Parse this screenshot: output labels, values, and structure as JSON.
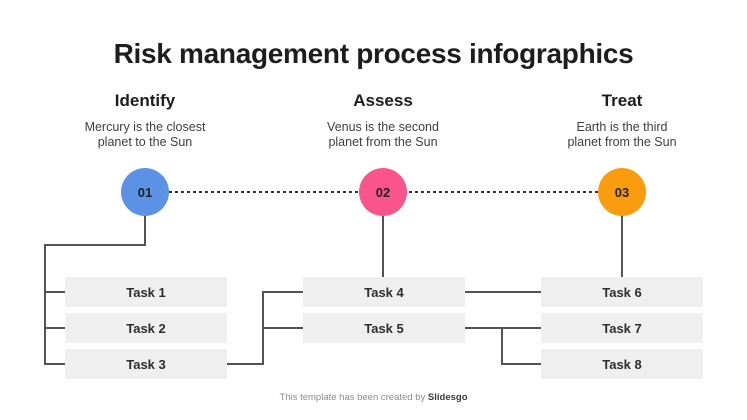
{
  "title": "Risk management process infographics",
  "columns": [
    {
      "heading": "Identify",
      "description_line1": "Mercury is the closest",
      "description_line2": "planet to the Sun",
      "step_number": "01",
      "circle_color": "#5C92E6",
      "tasks": [
        "Task 1",
        "Task 2",
        "Task 3"
      ]
    },
    {
      "heading": "Assess",
      "description_line1": "Venus is the second",
      "description_line2": "planet from the Sun",
      "step_number": "02",
      "circle_color": "#F9548C",
      "tasks": [
        "Task 4",
        "Task 5"
      ]
    },
    {
      "heading": "Treat",
      "description_line1": "Earth is the third",
      "description_line2": "planet from the Sun",
      "step_number": "03",
      "circle_color": "#F99C0D",
      "tasks": [
        "Task 6",
        "Task 7",
        "Task 8"
      ]
    }
  ],
  "footer": {
    "text": "This template has been created by ",
    "brand": "Slidesgo"
  },
  "colors": {
    "background": "#FFFFFF",
    "title_text": "#1D1D1D",
    "task_box_fill": "#EFEFEF",
    "connector_line": "#545454",
    "dashed_line": "#333333"
  }
}
